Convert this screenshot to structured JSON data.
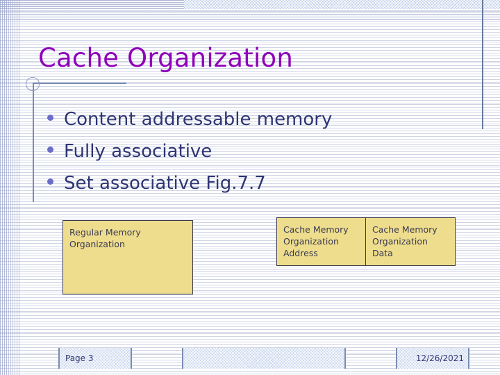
{
  "slide": {
    "title": "Cache Organization",
    "bullets": [
      {
        "text": "Content addressable memory"
      },
      {
        "text": "Fully associative"
      },
      {
        "text": "Set associative Fig.7.7"
      }
    ],
    "boxes": [
      {
        "id": "regular-memory",
        "lines": "Regular Memory Organization"
      },
      {
        "id": "cache-address",
        "lines": "Cache Memory Organization Address"
      },
      {
        "id": "cache-data",
        "lines": "Cache Memory Organization Data"
      }
    ],
    "footer": {
      "page_label": "Page 3",
      "center_label": "",
      "date_label": "12/26/2021"
    },
    "colors": {
      "title": "#8f00b8",
      "body_text": "#2e3573",
      "bullet_dot": "#6a6ec9",
      "box_fill": "#eedd8d",
      "box_border": "#3b3b4a",
      "rule_line": "#7b8cb0",
      "banner_fill": "#c4d2ea"
    }
  }
}
